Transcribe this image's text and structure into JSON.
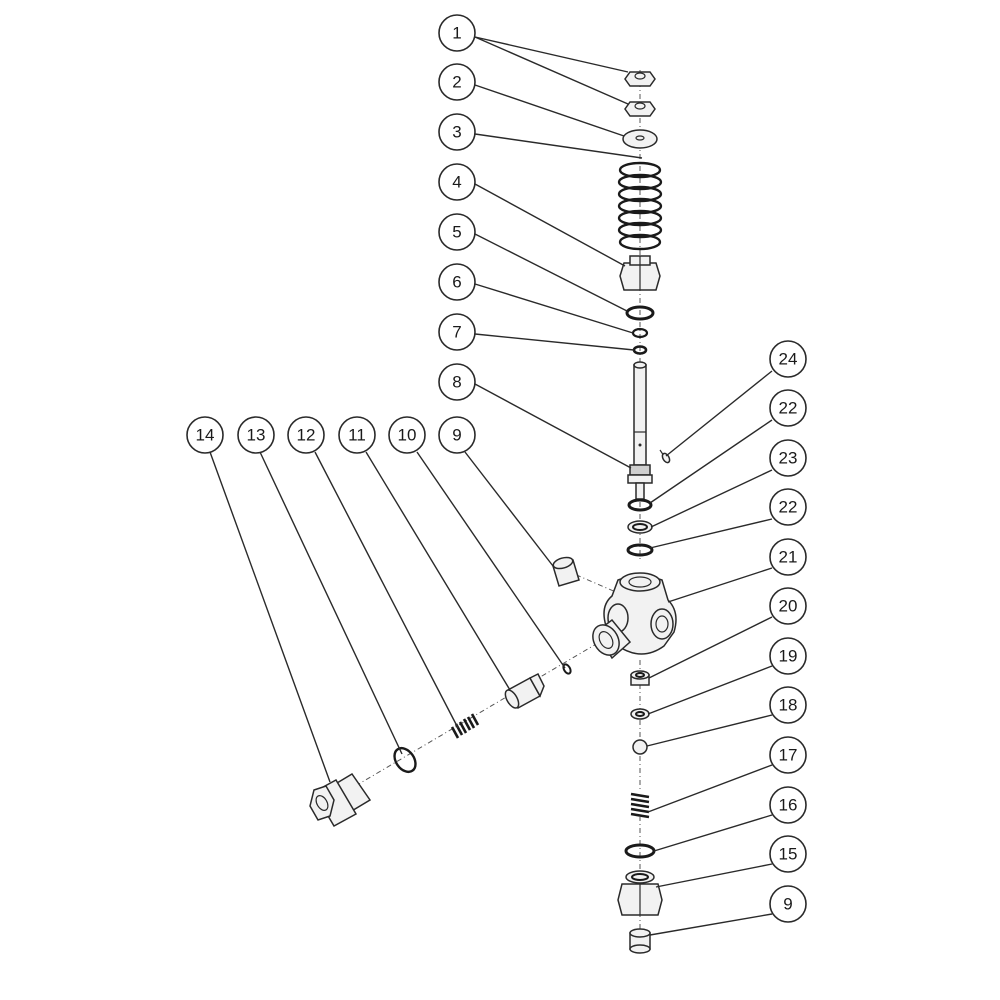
{
  "callouts": {
    "c1": "1",
    "c2": "2",
    "c3": "3",
    "c4": "4",
    "c5": "5",
    "c6": "6",
    "c7": "7",
    "c8": "8",
    "c9a": "9",
    "c10": "10",
    "c11": "11",
    "c12": "12",
    "c13": "13",
    "c14": "14",
    "c15": "15",
    "c16": "16",
    "c17": "17",
    "c18": "18",
    "c19": "19",
    "c20": "20",
    "c21": "21",
    "c22a": "22",
    "c23": "23",
    "c22b": "22",
    "c24": "24",
    "c9b": "9"
  }
}
